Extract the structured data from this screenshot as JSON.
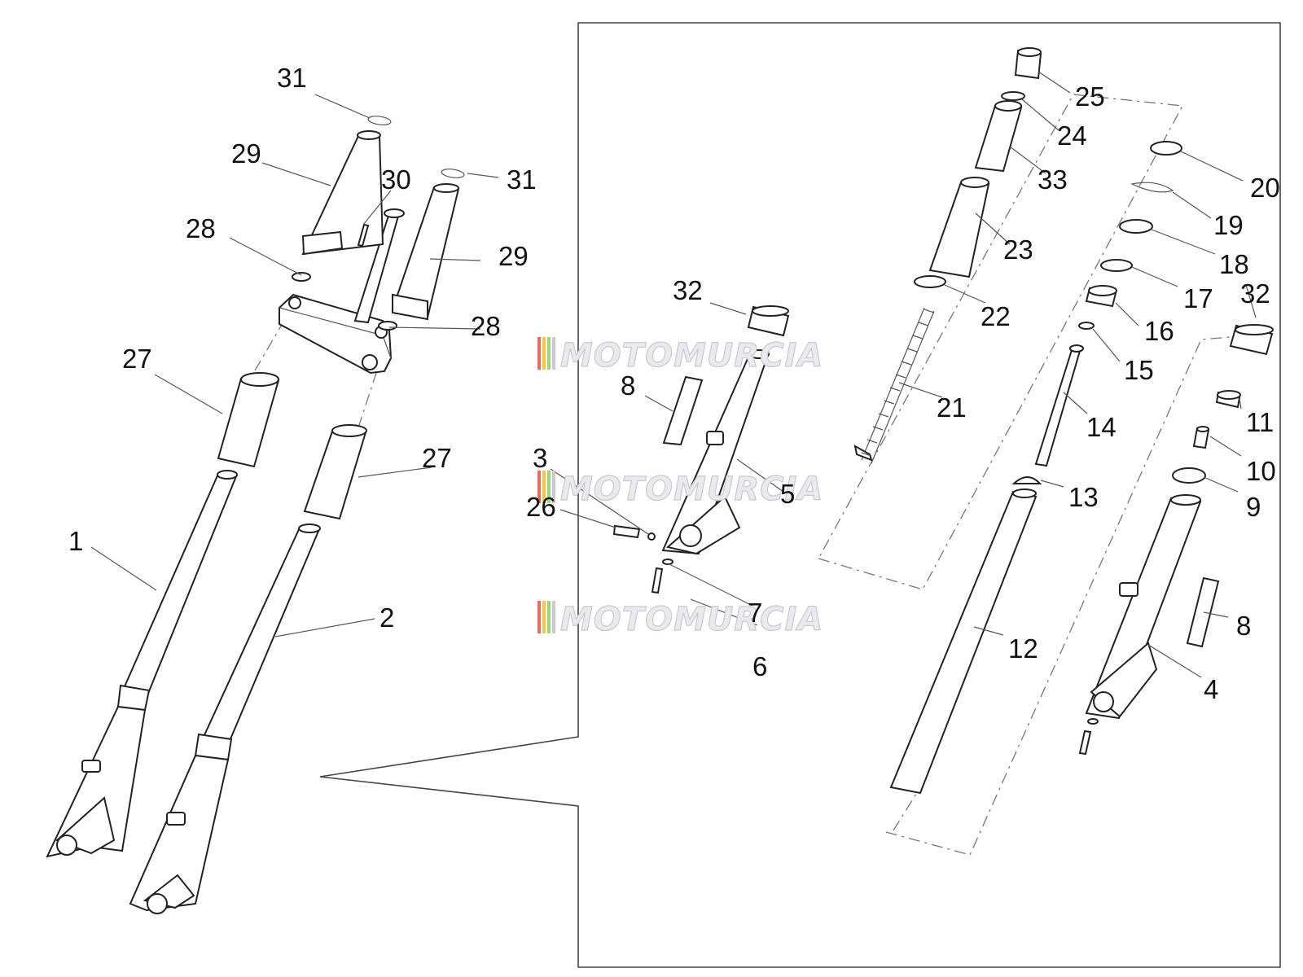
{
  "watermark": "MOTOMURCIA",
  "watermark_stripe_colors": [
    "#e86a5c",
    "#f4c542",
    "#9fd37a",
    "#c9c9d3"
  ],
  "labels": {
    "l1": "1",
    "l2": "2",
    "l3": "3",
    "l4": "4",
    "l5": "5",
    "l6": "6",
    "l7": "7",
    "l8a": "8",
    "l8b": "8",
    "l9": "9",
    "l10": "10",
    "l11": "11",
    "l12": "12",
    "l13": "13",
    "l14": "14",
    "l15": "15",
    "l16": "16",
    "l17": "17",
    "l18": "18",
    "l19": "19",
    "l20": "20",
    "l21": "21",
    "l22": "22",
    "l23": "23",
    "l24": "24",
    "l25": "25",
    "l26": "26",
    "l27a": "27",
    "l27b": "27",
    "l28a": "28",
    "l28b": "28",
    "l29a": "29",
    "l29b": "29",
    "l30": "30",
    "l31a": "31",
    "l31b": "31",
    "l32a": "32",
    "l32b": "32",
    "l33": "33"
  }
}
